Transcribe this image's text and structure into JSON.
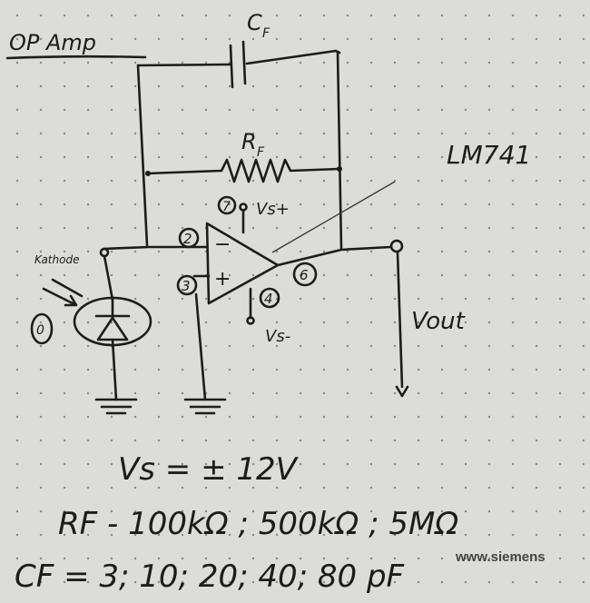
{
  "title": "OP Amp",
  "part_number": "LM741",
  "labels": {
    "cf": "C",
    "cf_sub": "F",
    "rf": "R",
    "rf_sub": "F",
    "vout": "Vout",
    "kathode": "Kathode",
    "vs_plus": "Vs+",
    "vs_minus": "Vs-",
    "diode_marker": "0",
    "pin_inv": "2",
    "pin_noninv": "3",
    "pin_vplus": "7",
    "pin_vminus": "4",
    "pin_out": "6",
    "minus_sign": "−",
    "plus_sign": "+"
  },
  "notes": {
    "vs": "Vs = ± 12V",
    "rf": "RF - 100kΩ ; 500kΩ ; 5MΩ",
    "cf": "CF = 3; 10; 20; 40; 80 pF"
  },
  "watermark": "www.siemens"
}
